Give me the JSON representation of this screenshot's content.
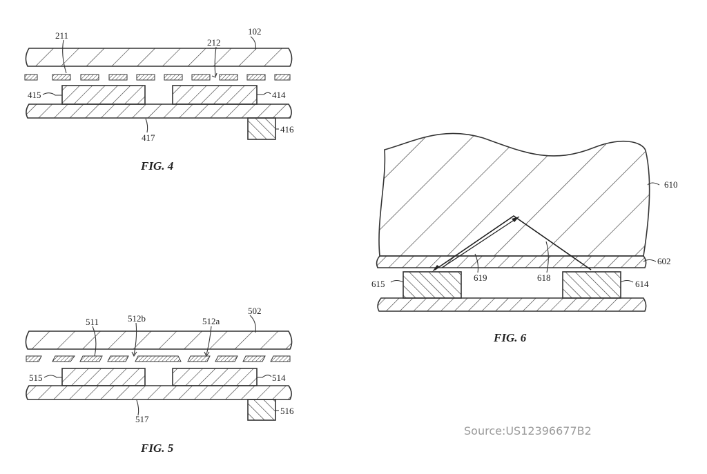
{
  "fig4": {
    "caption": "FIG. 4",
    "labels": {
      "l211": "211",
      "l212": "212",
      "l102": "102",
      "l415": "415",
      "l414": "414",
      "l417": "417",
      "l416": "416"
    }
  },
  "fig5": {
    "caption": "FIG. 5",
    "labels": {
      "l511": "511",
      "l512b": "512b",
      "l512a": "512a",
      "l502": "502",
      "l515": "515",
      "l514": "514",
      "l517": "517",
      "l516": "516"
    }
  },
  "fig6": {
    "caption": "FIG. 6",
    "labels": {
      "l610": "610",
      "l602": "602",
      "l619": "619",
      "l618": "618",
      "l615": "615",
      "l614": "614"
    }
  },
  "source": "Source:US12396677B2"
}
